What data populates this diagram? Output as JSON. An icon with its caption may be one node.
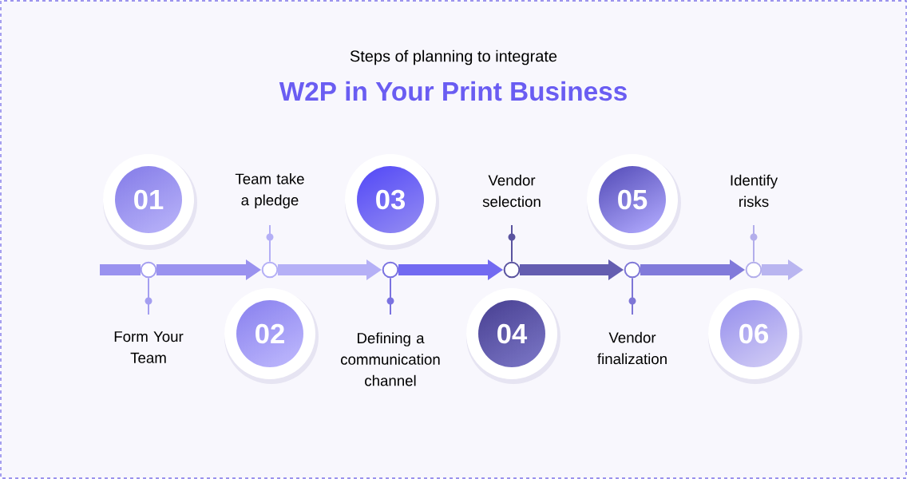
{
  "diagram": {
    "title": "W2P in Your Print Business",
    "nodes": [
      {
        "text": [
          "01"
        ]
      },
      {
        "text": [
          "02"
        ]
      },
      {
        "text": [
          "03"
        ]
      },
      {
        "text": [
          "04"
        ]
      },
      {
        "text": [
          "05"
        ]
      },
      {
        "text": [
          "06"
        ]
      },
      {
        "text": [
          "Form Your Team"
        ]
      },
      {
        "text": [
          "Team take a pledge"
        ]
      },
      {
        "text": [
          "Defining a communication channel"
        ]
      },
      {
        "text": [
          "Vendor selection"
        ]
      },
      {
        "text": [
          "Vendor finalization"
        ]
      },
      {
        "text": [
          "Identify risks"
        ]
      },
      {
        "text": [],
        "shape": "circle"
      },
      {
        "text": [],
        "shape": "circle"
      },
      {
        "text": [],
        "shape": "circle"
      },
      {
        "text": [],
        "shape": "circle"
      },
      {
        "text": [],
        "shape": "circle"
      },
      {
        "text": [],
        "shape": "circle"
      }
    ],
    "edges": [
      {
        "from": 6,
        "to": 12,
        "arrow": "none"
      },
      {
        "from": 7,
        "to": 13,
        "arrow": "none"
      },
      {
        "from": 8,
        "to": 14,
        "arrow": "none"
      },
      {
        "from": 9,
        "to": 15,
        "arrow": "none"
      },
      {
        "from": 10,
        "to": 16,
        "arrow": "none"
      },
      {
        "from": 11,
        "to": 17,
        "arrow": "none"
      },
      {
        "from": null,
        "to": 12,
        "arrow": "none"
      },
      {
        "from": 12,
        "to": 13,
        "arrow": "to"
      },
      {
        "from": 13,
        "to": 14,
        "arrow": "to"
      },
      {
        "from": 14,
        "to": 15,
        "arrow": "to"
      },
      {
        "from": 15,
        "to": 16,
        "arrow": "to"
      },
      {
        "from": 16,
        "to": 17,
        "arrow": "to"
      },
      {
        "from": 17,
        "to": null,
        "arrow": "to"
      }
    ],
    "labels": [
      "Steps of planning to integrate"
    ]
  }
}
